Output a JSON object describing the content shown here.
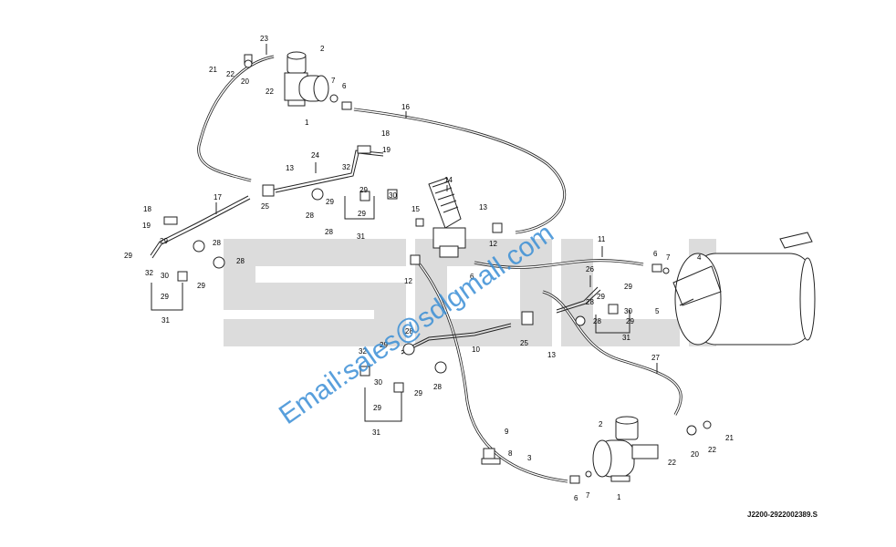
{
  "watermark": {
    "brand": "SDLG",
    "email": "Email:sales@sdlgmall.com",
    "brand_color": "#d9d9d9",
    "email_color": "#3b8fd6"
  },
  "drawing_code": "J2200-2922002389.S",
  "callouts": {
    "c1a": "1",
    "c1b": "1",
    "c2a": "2",
    "c2b": "2",
    "c3": "3",
    "c4": "4",
    "c5": "5",
    "c6a": "6",
    "c6b": "6",
    "c6c": "6",
    "c6d": "6",
    "c7a": "7",
    "c7b": "7",
    "c7c": "7",
    "c8": "8",
    "c9": "9",
    "c10": "10",
    "c11": "11",
    "c12a": "12",
    "c12b": "12",
    "c13a": "13",
    "c13b": "13",
    "c13c": "13",
    "c14": "14",
    "c15": "15",
    "c16": "16",
    "c17": "17",
    "c18a": "18",
    "c18b": "18",
    "c19a": "19",
    "c19b": "19",
    "c20a": "20",
    "c20b": "20",
    "c21a": "21",
    "c21b": "21",
    "c22a": "22",
    "c22b": "22",
    "c22c": "22",
    "c22d": "22",
    "c23": "23",
    "c24": "24",
    "c25a": "25",
    "c25b": "25",
    "c26": "26",
    "c27": "27",
    "c28a": "28",
    "c28b": "28",
    "c28c": "28",
    "c28d": "28",
    "c28e": "28",
    "c28f": "28",
    "c28g": "28",
    "c28h": "28",
    "c29a": "29",
    "c29b": "29",
    "c29c": "29",
    "c29d": "29",
    "c29e": "29",
    "c29f": "29",
    "c29g": "29",
    "c29h": "29",
    "c29i": "29",
    "c29j": "29",
    "c29k": "29",
    "c29l": "29",
    "c29m": "29",
    "c30a": "30",
    "c30b": "30",
    "c30c": "30",
    "c30d": "30",
    "c31a": "31",
    "c31b": "31",
    "c31c": "31",
    "c31d": "31",
    "c32a": "32",
    "c32b": "32",
    "c32c": "32"
  }
}
